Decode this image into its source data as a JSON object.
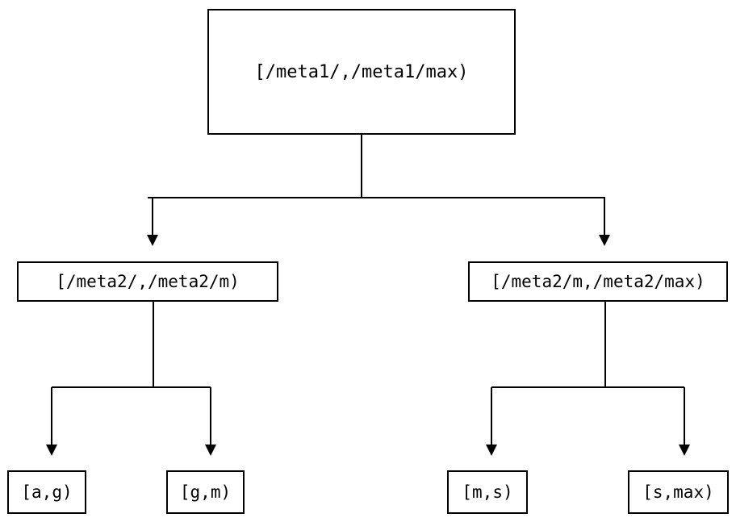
{
  "diagram": {
    "type": "tree",
    "title_visible": false,
    "colors": {
      "background": "#ffffff",
      "stroke": "#000000",
      "text": "#000000",
      "node_fill": "#ffffff"
    },
    "root": {
      "label": "[/meta1/,/meta1/max)"
    },
    "level2": [
      {
        "label": "[/meta2/,/meta2/m)"
      },
      {
        "label": "[/meta2/m,/meta2/max)"
      }
    ],
    "leaves": [
      {
        "label": "[a,g)"
      },
      {
        "label": "[g,m)"
      },
      {
        "label": "[m,s)"
      },
      {
        "label": "[s,max)"
      }
    ],
    "edges": [
      {
        "from": "root",
        "to": "level2.0",
        "arrow": "down-triangle"
      },
      {
        "from": "root",
        "to": "level2.1",
        "arrow": "down-triangle"
      },
      {
        "from": "level2.0",
        "to": "leaves.0",
        "arrow": "down-triangle"
      },
      {
        "from": "level2.0",
        "to": "leaves.1",
        "arrow": "down-triangle"
      },
      {
        "from": "level2.1",
        "to": "leaves.2",
        "arrow": "down-triangle"
      },
      {
        "from": "level2.1",
        "to": "leaves.3",
        "arrow": "down-triangle"
      }
    ]
  }
}
